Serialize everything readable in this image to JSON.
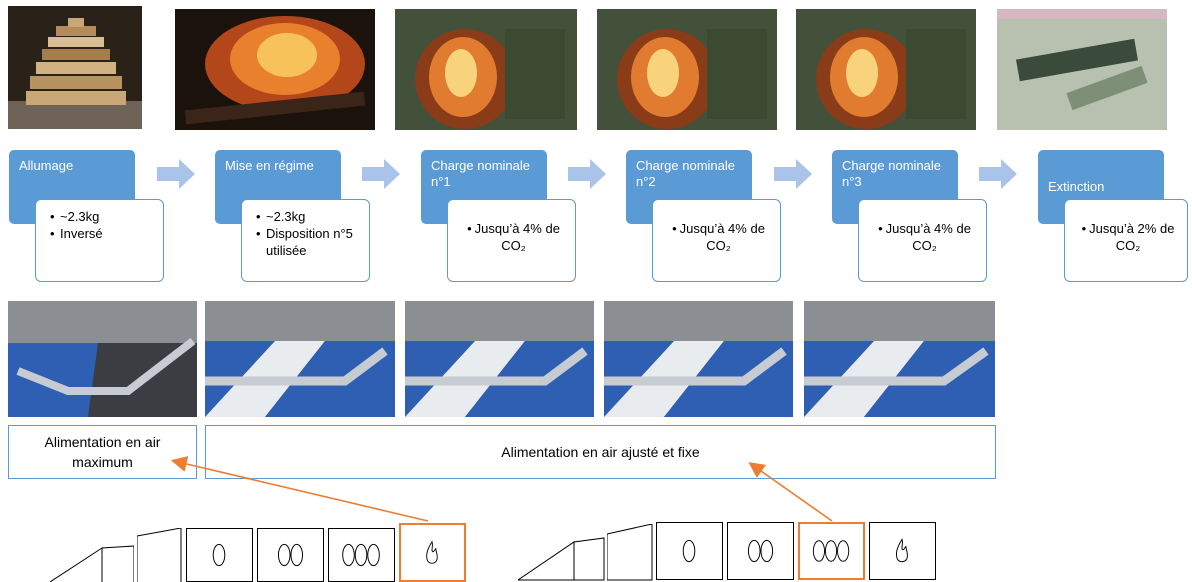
{
  "colors": {
    "step_fill": "#5b9bd5",
    "detail_border": "#5b9bd5",
    "arrow_fill": "#a9c4e8",
    "highlight": "#ed7d31"
  },
  "steps": [
    {
      "label": "Allumage",
      "details": [
        "~2.3kg",
        "Inversé"
      ]
    },
    {
      "label": "Mise en régime",
      "details": [
        "~2.3kg",
        "Disposition n°5 utilisée"
      ]
    },
    {
      "label": "Charge nominale n°1",
      "details": [
        "Jusqu’à 4% de CO₂"
      ]
    },
    {
      "label": "Charge nominale n°2",
      "details": [
        "Jusqu’à 4% de CO₂"
      ]
    },
    {
      "label": "Charge nominale n°3",
      "details": [
        "Jusqu’à 4% de CO₂"
      ]
    },
    {
      "label": "Extinction",
      "details": [
        "Jusqu’à 2% de CO₂"
      ]
    }
  ],
  "air": {
    "max_label": "Alimentation en air maximum",
    "fixed_label": "Alimentation en air ajusté et fixe"
  },
  "photos": {
    "fire": [
      "wood-stack-photo",
      "flames-photo",
      "flames-photo",
      "flames-photo",
      "flames-photo",
      "embers-photo"
    ],
    "lever": [
      "air-lever-photo",
      "air-lever-photo",
      "air-lever-photo",
      "air-lever-photo",
      "air-lever-photo"
    ]
  },
  "lever_diagrams": [
    {
      "cells": [
        "blank",
        "blank",
        "blank",
        "one-circle",
        "two-circles",
        "three-circles",
        "flame"
      ],
      "highlighted": "flame"
    },
    {
      "cells": [
        "blank",
        "blank",
        "blank",
        "one-circle",
        "two-circles",
        "three-circles",
        "flame"
      ],
      "highlighted": "three-circles"
    }
  ]
}
